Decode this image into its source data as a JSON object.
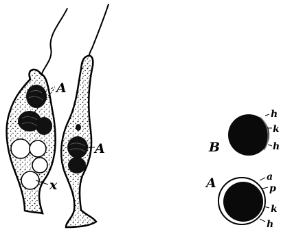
{
  "figure": {
    "labels": {
      "left_cell_A": "A",
      "right_cell_A": "A",
      "left_cell_x": "x",
      "granule_B": "B",
      "granule_A": "A",
      "granule_B_h_top": "h",
      "granule_B_k": "k",
      "granule_B_h_bottom": "h",
      "granule_A_a": "a",
      "granule_A_p": "p",
      "granule_A_k": "k",
      "granule_A_h": "h"
    }
  }
}
